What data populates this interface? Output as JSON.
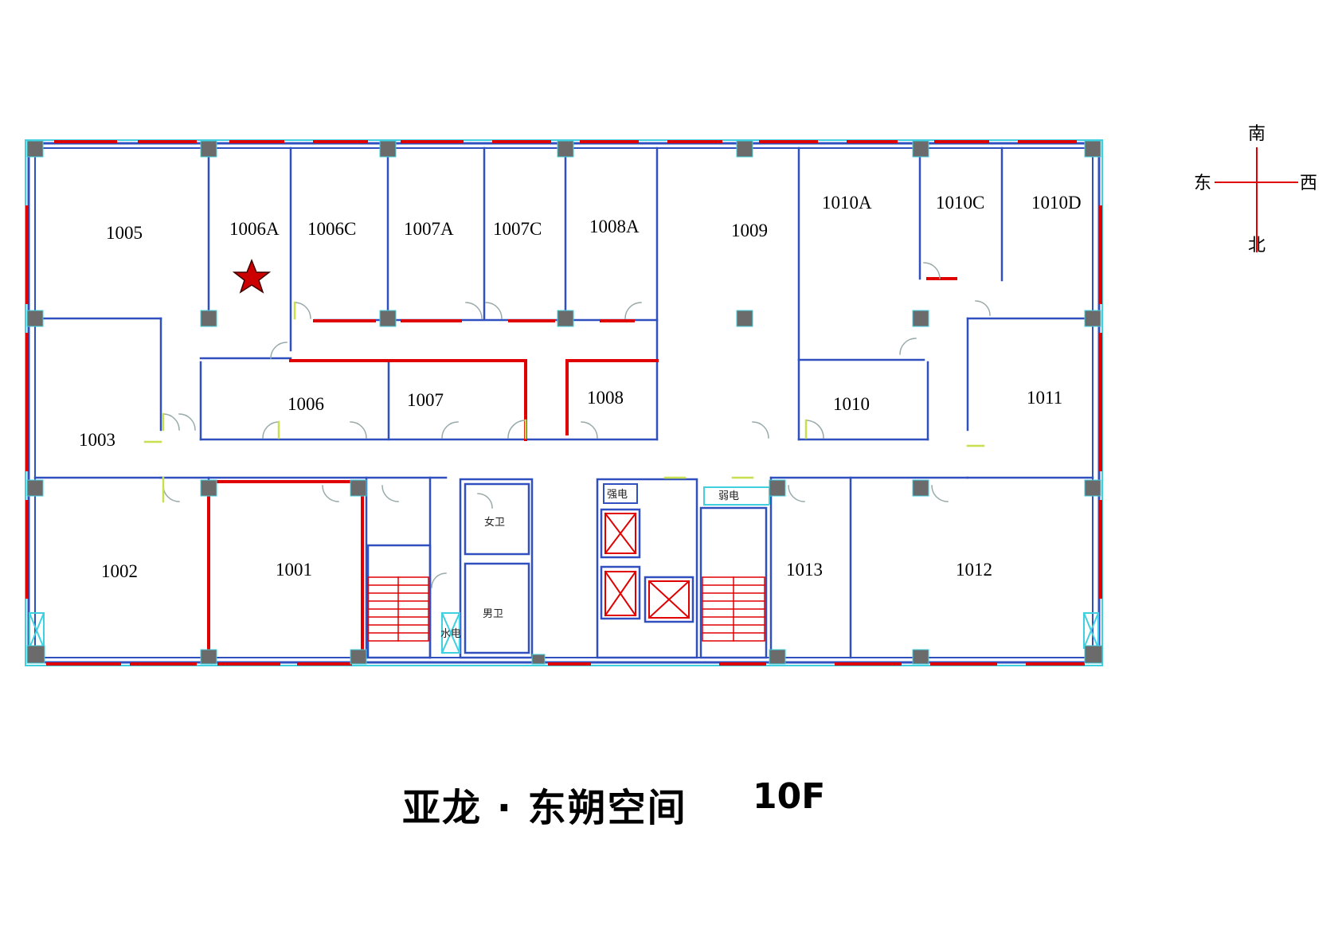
{
  "title": "亚龙 · 东朔空间",
  "floor": "10F",
  "compass": {
    "south": "南",
    "north": "北",
    "east": "东",
    "west": "西"
  },
  "rooms": {
    "r1005": "1005",
    "r1006A": "1006A",
    "r1006C": "1006C",
    "r1007A": "1007A",
    "r1007C": "1007C",
    "r1008A": "1008A",
    "r1009": "1009",
    "r1010A": "1010A",
    "r1010C": "1010C",
    "r1010D": "1010D",
    "r1003": "1003",
    "r1006": "1006",
    "r1007": "1007",
    "r1008": "1008",
    "r1010": "1010",
    "r1011": "1011",
    "r1002": "1002",
    "r1001": "1001",
    "r1013": "1013",
    "r1012": "1012"
  },
  "services": {
    "female_wc": "女卫",
    "male_wc": "男卫",
    "water_room": "水电",
    "strong_elec": "强电",
    "weak_elec": "弱电"
  },
  "marker": {
    "icon": "star-icon",
    "room": "1006A",
    "color": "#cc0000"
  },
  "colors": {
    "wall": "#3050c0",
    "window": "#e00000",
    "column": "#6b6b6b",
    "door": "#c8e050",
    "outline": "#40d0e0"
  }
}
